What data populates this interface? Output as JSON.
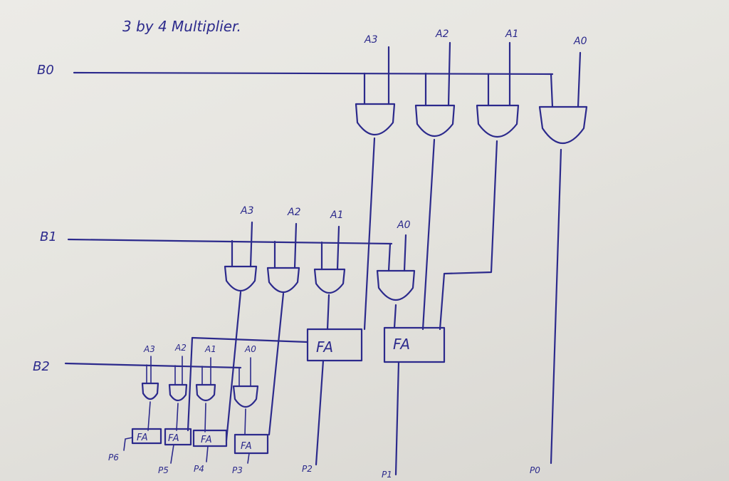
{
  "title": "3 by 4 Multiplier.",
  "rows": [
    {
      "label": "B0",
      "inputs": [
        "A3",
        "A2",
        "A1",
        "A0"
      ]
    },
    {
      "label": "B1",
      "inputs": [
        "A3",
        "A2",
        "A1",
        "A0"
      ]
    },
    {
      "label": "B2",
      "inputs": [
        "A3",
        "A2",
        "A1",
        "A0"
      ]
    }
  ],
  "adders": {
    "big": [
      "FA",
      "FA"
    ],
    "small": [
      "FA",
      "FA",
      "FA",
      "FA"
    ]
  },
  "outputs": [
    "P6",
    "P5",
    "P4",
    "P3",
    "P2",
    "P1",
    "P0"
  ],
  "colors": {
    "ink": "#2c2a8c",
    "paper": "#e8e6e1"
  }
}
